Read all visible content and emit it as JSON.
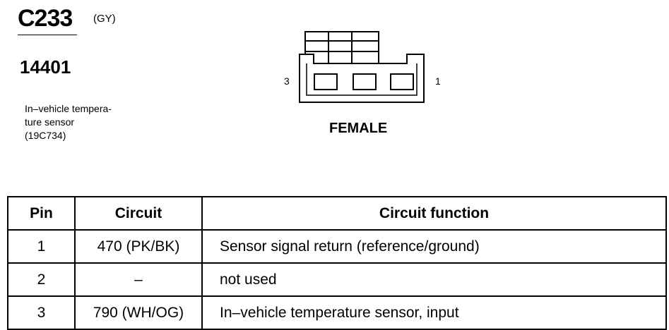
{
  "connector": {
    "id": "C233",
    "color": "(GY)",
    "part_number": "14401",
    "description_lines": [
      "In–vehicle tempera-",
      "ture sensor",
      "(19C734)"
    ],
    "gender": "FEMALE",
    "pin_left_label": "3",
    "pin_right_label": "1"
  },
  "table": {
    "headers": [
      "Pin",
      "Circuit",
      "Circuit function"
    ],
    "rows": [
      {
        "pin": "1",
        "circuit": "470 (PK/BK)",
        "function": "Sensor signal return (reference/ground)"
      },
      {
        "pin": "2",
        "circuit": "–",
        "function": "not used"
      },
      {
        "pin": "3",
        "circuit": "790 (WH/OG)",
        "function": "In–vehicle temperature sensor, input"
      }
    ]
  }
}
